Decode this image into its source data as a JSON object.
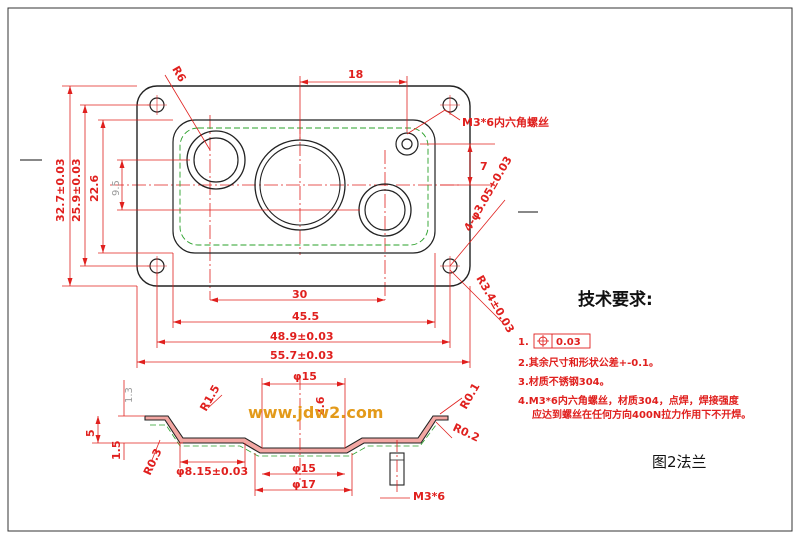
{
  "technical_requirements": {
    "heading": "技术要求:",
    "item1_number": "1.",
    "item1_tolerance": "0.03",
    "item2": "2.其余尺寸和形状公差+-0.1。",
    "item3": "3.材质不锈钢304。",
    "item4_line1": "4.M3*6内六角螺丝，材质304，点焊，焊接强度",
    "item4_line2": "应达到螺丝在任何方向400N拉力作用下不开焊。"
  },
  "drawing_title": "图2法兰",
  "watermark": "www.jdw2.com",
  "plan_view": {
    "dim_18": "18",
    "dim_r6": "R6",
    "screw_note": "M3*6内六角螺丝",
    "dim_7": "7",
    "dim_holes": "4-φ3.05±0.03",
    "dim_r34": "R3.4±0.03",
    "dim_32_7": "32.7±0.03",
    "dim_25_9": "25.9±0.03",
    "dim_22_6": "22.6",
    "dim_9_5": "9.5",
    "dim_30": "30",
    "dim_45_5": "45.5",
    "dim_48_9": "48.9±0.03",
    "dim_55_7": "55.7±0.03"
  },
  "section_view": {
    "dim_phi15_top": "φ15",
    "dim_1_3": "1.3",
    "dim_r1_5": "R1.5",
    "dim_r0_1": "R0.1",
    "dim_5": "5",
    "dim_2_6": "2.6",
    "dim_r0_2": "R0.2",
    "dim_1_5": "1.5",
    "dim_r0_3": "R0.3",
    "dim_phi8_15": "φ8.15±0.03",
    "dim_phi15_bottom": "φ15",
    "dim_phi17": "φ17",
    "dim_m3x6": "M3*6"
  }
}
